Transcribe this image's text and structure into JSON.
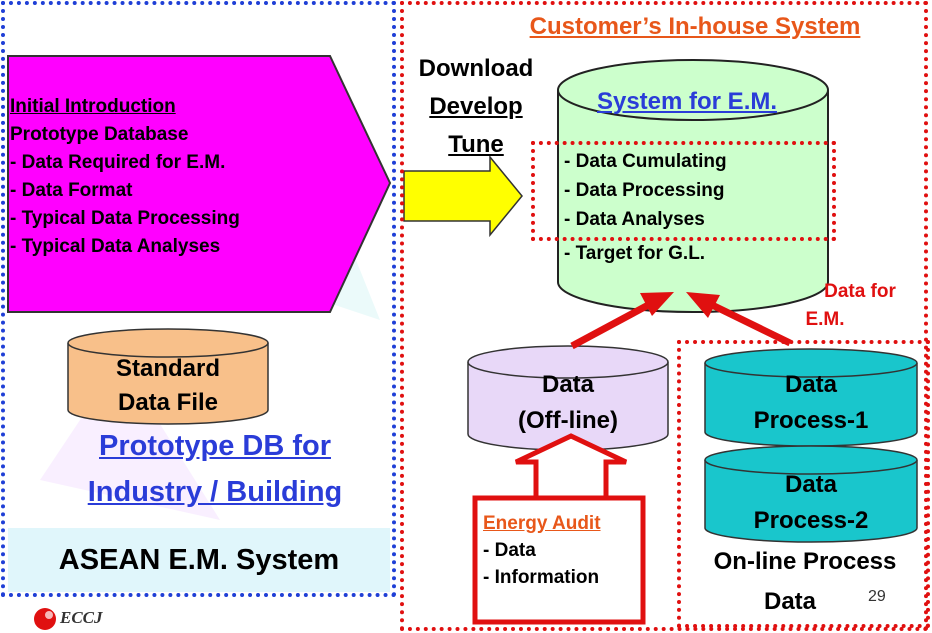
{
  "left_panel": {
    "pentagon_lines": [
      "Initial Introduction",
      "Prototype Database",
      "- Data Required for E.M.",
      "- Data Format",
      "- Typical Data Processing",
      "- Typical Data Analyses"
    ],
    "standard_file": [
      "Standard",
      "Data File"
    ],
    "prototype_title": [
      "Prototype DB for",
      "Industry / Building"
    ],
    "asean_label": "ASEAN E.M. System"
  },
  "right_panel": {
    "title": "Customer’s In-house System",
    "arrow_labels": [
      "Download",
      "Develop",
      "Tune"
    ],
    "system_title": "System for E.M.",
    "system_items": [
      "- Data Cumulating",
      "- Data Processing",
      "- Data Analyses",
      "- Target for G.L."
    ],
    "data_for_em": [
      "Data for",
      "E.M."
    ],
    "offline_data": [
      "Data",
      "(Off-line)"
    ],
    "process1": [
      "Data",
      "Process-1"
    ],
    "process2": [
      "Data",
      "Process-2"
    ],
    "online_label": [
      "On-line Process",
      "Data"
    ],
    "energy_audit_title": "Energy Audit",
    "energy_audit_items": [
      "- Data",
      "- Information"
    ]
  },
  "footer": {
    "logo_text": "ECCJ",
    "page_number": "29"
  },
  "colors": {
    "magenta": "#ff00ff",
    "orange_cyl": "#f8c08a",
    "green_cyl": "#ccffcc",
    "lavender_cyl": "#e8d8f8",
    "cyan_cyl": "#19c6cc",
    "title_orange": "#e8571a",
    "link_blue": "#2a3cd8",
    "yellow_arrow": "#ffff00",
    "red": "#e01010"
  }
}
